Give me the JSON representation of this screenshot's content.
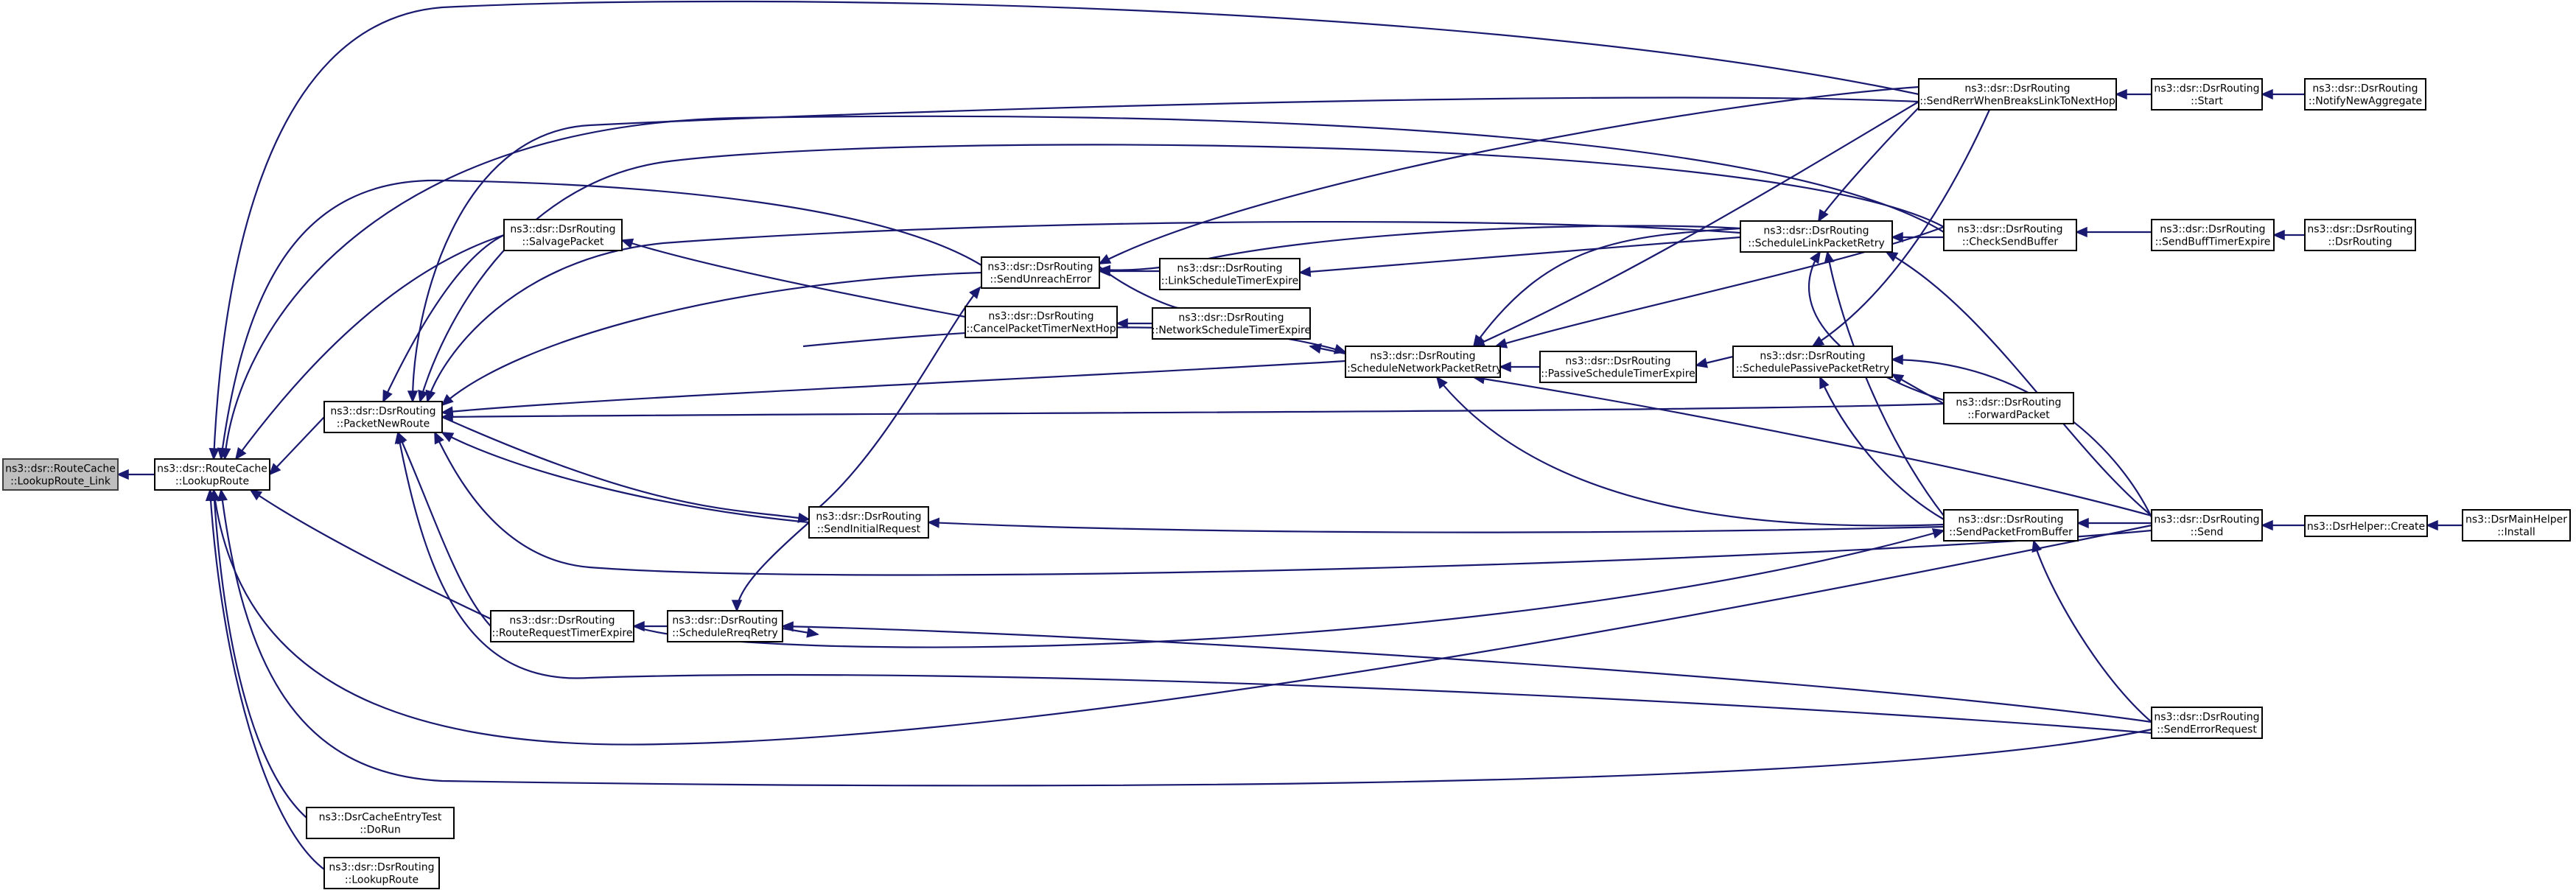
{
  "graph": {
    "type": "doxygen-caller-graph",
    "nodes": {
      "n0": {
        "line1": "ns3::dsr::RouteCache",
        "line2": "::LookupRoute_Link",
        "root": true
      },
      "n1": {
        "line1": "ns3::dsr::RouteCache",
        "line2": "::LookupRoute"
      },
      "n2": {
        "line1": "ns3::dsr::DsrRouting",
        "line2": "::PacketNewRoute"
      },
      "n3": {
        "line1": "ns3::dsr::DsrRouting",
        "line2": "::SalvagePacket"
      },
      "n4": {
        "line1": "ns3::dsr::DsrRouting",
        "line2": "::SendUnreachError"
      },
      "n5": {
        "line1": "ns3::dsr::DsrRouting",
        "line2": "::CancelPacketTimerNextHop"
      },
      "n6": {
        "line1": "ns3::dsr::DsrRouting",
        "line2": "::LinkScheduleTimerExpire"
      },
      "n7": {
        "line1": "ns3::dsr::DsrRouting",
        "line2": "::NetworkScheduleTimerExpire"
      },
      "n8": {
        "line1": "ns3::dsr::DsrRouting",
        "line2": "::ScheduleNetworkPacketRetry"
      },
      "n9": {
        "line1": "ns3::dsr::DsrRouting",
        "line2": "::PassiveScheduleTimerExpire"
      },
      "n10": {
        "line1": "ns3::dsr::DsrRouting",
        "line2": "::ScheduleLinkPacketRetry"
      },
      "n11": {
        "line1": "ns3::dsr::DsrRouting",
        "line2": "::SchedulePassivePacketRetry"
      },
      "n12": {
        "line1": "ns3::dsr::DsrRouting",
        "line2": "::SendRerrWhenBreaksLinkToNextHop"
      },
      "n13": {
        "line1": "ns3::dsr::DsrRouting",
        "line2": "::CheckSendBuffer"
      },
      "n14": {
        "line1": "ns3::dsr::DsrRouting",
        "line2": "::ForwardPacket"
      },
      "n15": {
        "line1": "ns3::dsr::DsrRouting",
        "line2": "::SendPacketFromBuffer"
      },
      "n16": {
        "line1": "ns3::dsr::DsrRouting",
        "line2": "::SendInitialRequest"
      },
      "n17": {
        "line1": "ns3::dsr::DsrRouting",
        "line2": "::RouteRequestTimerExpire"
      },
      "n18": {
        "line1": "ns3::dsr::DsrRouting",
        "line2": "::ScheduleRreqRetry"
      },
      "n19": {
        "line1": "ns3::DsrCacheEntryTest",
        "line2": "::DoRun"
      },
      "n20": {
        "line1": "ns3::dsr::DsrRouting",
        "line2": "::LookupRoute"
      },
      "n21": {
        "line1": "ns3::dsr::DsrRouting",
        "line2": "::Start"
      },
      "n22": {
        "line1": "ns3::dsr::DsrRouting",
        "line2": "::NotifyNewAggregate"
      },
      "n23": {
        "line1": "ns3::dsr::DsrRouting",
        "line2": "::SendBuffTimerExpire"
      },
      "n24": {
        "line1": "ns3::dsr::DsrRouting",
        "line2": "::DsrRouting"
      },
      "n25": {
        "line1": "ns3::dsr::DsrRouting",
        "line2": "::Send"
      },
      "n26": {
        "line1": "ns3::dsr::DsrRouting",
        "line2": "::SendErrorRequest"
      },
      "n27": {
        "line1": "ns3::DsrHelper::Create",
        "line2": ""
      },
      "n28": {
        "line1": "ns3::DsrMainHelper",
        "line2": "::Install"
      }
    },
    "colors": {
      "edge": "#191970",
      "node_border": "#000000",
      "root_fill": "#bfbfbf",
      "node_fill": "#ffffff"
    }
  }
}
